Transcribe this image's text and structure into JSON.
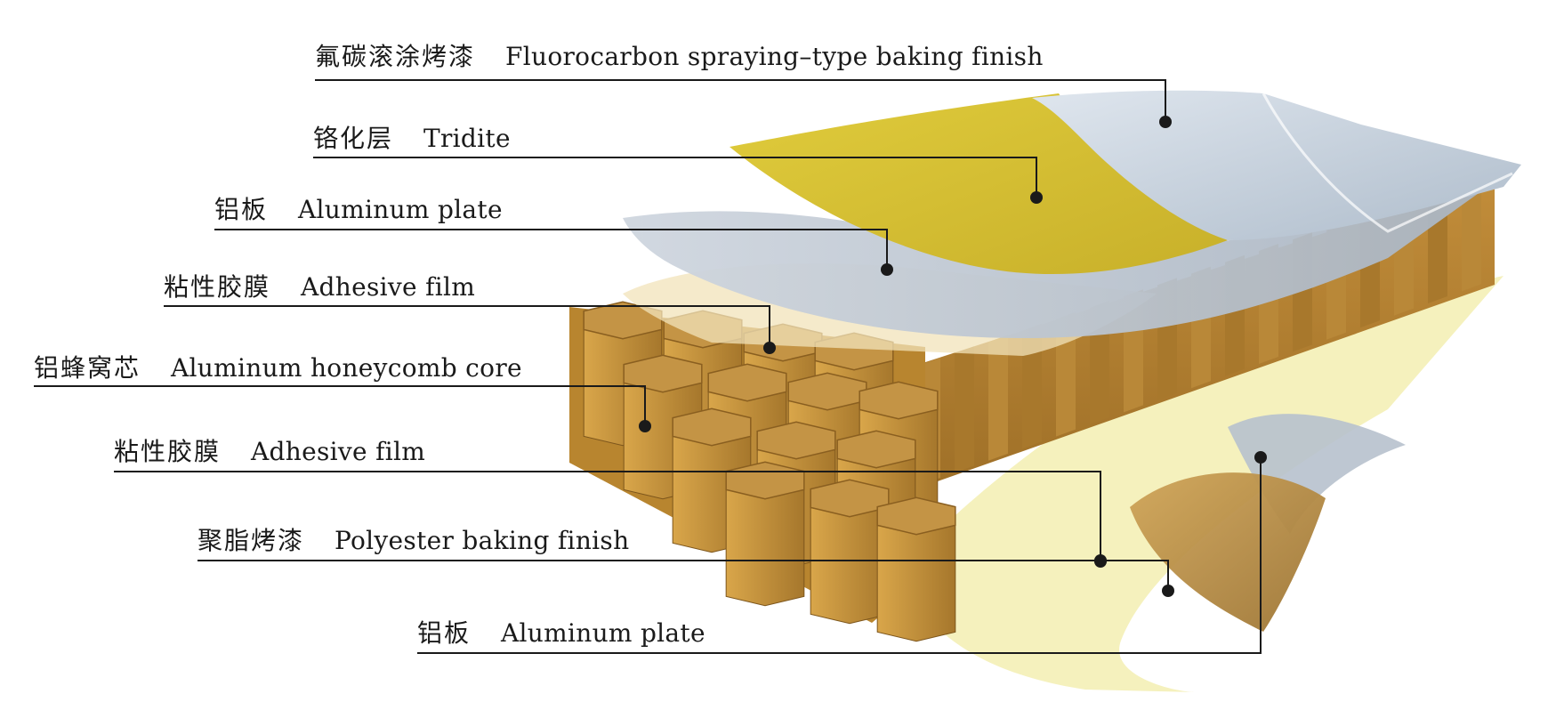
{
  "diagram": {
    "layers": [
      {
        "cn": "氟碳滚涂烤漆",
        "en": "Fluorocarbon spraying–type baking finish"
      },
      {
        "cn": "铬化层",
        "en": "Tridite"
      },
      {
        "cn": "铝板",
        "en": "Aluminum plate"
      },
      {
        "cn": "粘性胶膜",
        "en": "Adhesive film"
      },
      {
        "cn": "铝蜂窝芯",
        "en": "Aluminum honeycomb core"
      },
      {
        "cn": "粘性胶膜",
        "en": "Adhesive film"
      },
      {
        "cn": "聚脂烤漆",
        "en": "Polyester baking finish"
      },
      {
        "cn": "铝板",
        "en": "Aluminum plate"
      }
    ],
    "colors": {
      "leader_line": "#1a1a1a",
      "fluorocarbon_sheet": "#c9d2dc",
      "tridite_sheet": "#d9c23a",
      "aluminum_sheet": "#b9c3cf",
      "honeycomb": "#c9953f",
      "adhesive_film": "#f2e9a6",
      "polyester_sheet": "#f5f0b8"
    }
  }
}
